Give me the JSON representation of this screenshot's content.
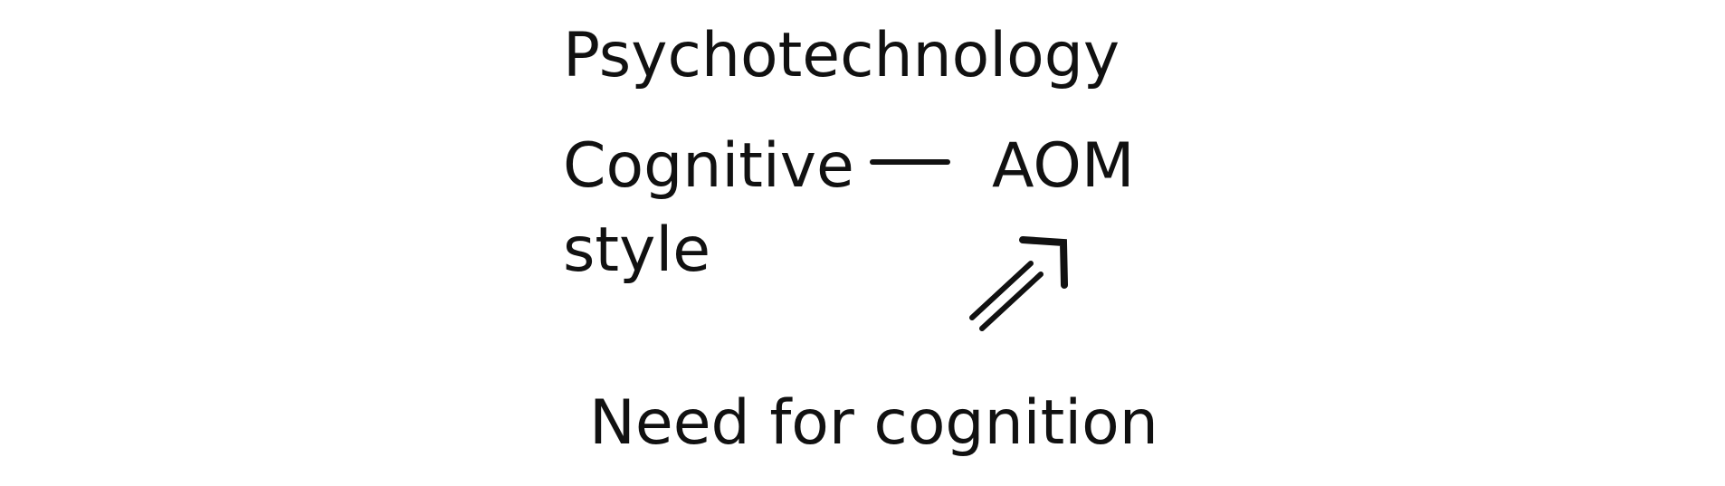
{
  "diagram": {
    "title": "Psychotechnology",
    "nodes": {
      "cognitive_style": {
        "line1": "Cognitive",
        "line2": "style"
      },
      "aom": "AOM",
      "need_for_cognition": "Need for cognition"
    },
    "edges": [
      {
        "from": "cognitive_style",
        "to": "aom",
        "style": "undirected-line"
      },
      {
        "from": "need_for_cognition",
        "to": "aom",
        "style": "double-arrow"
      }
    ],
    "colors": {
      "text": "#111111",
      "stroke": "#111111",
      "background": "#ffffff"
    }
  }
}
